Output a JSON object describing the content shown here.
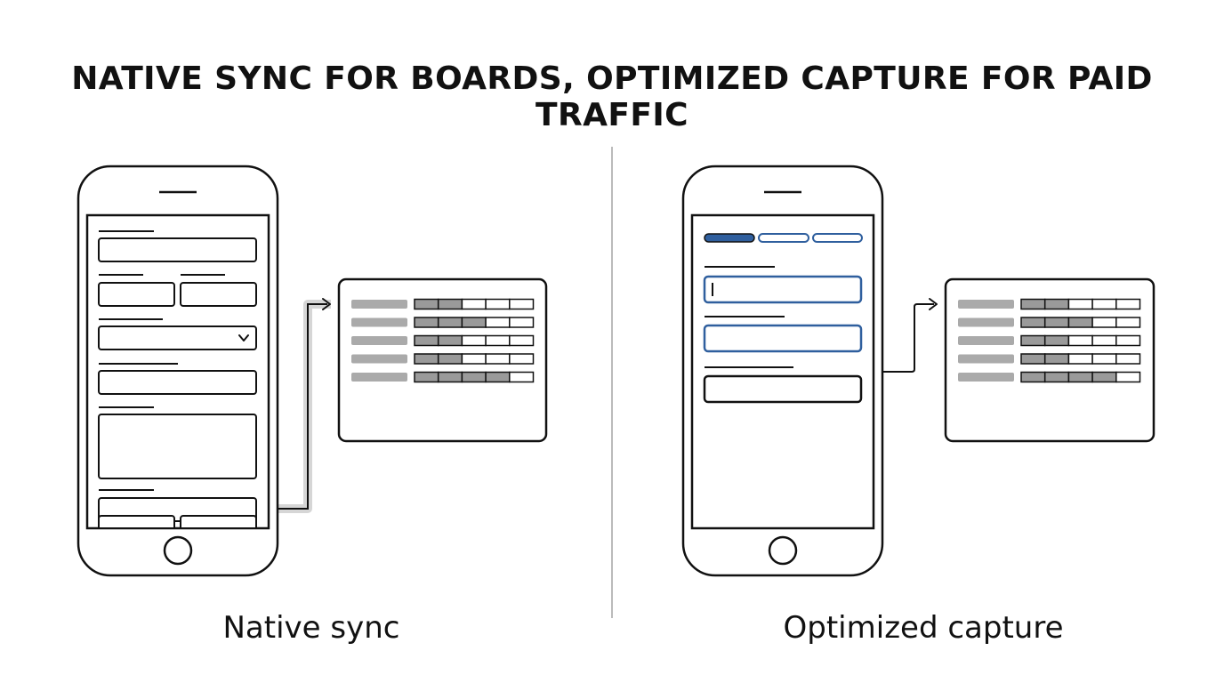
{
  "title": "NATIVE SYNC FOR BOARDS, OPTIMIZED CAPTURE FOR PAID TRAFFIC",
  "panels": {
    "left": {
      "caption": "Native sync"
    },
    "right": {
      "caption": "Optimized capture"
    }
  },
  "colors": {
    "stroke": "#111111",
    "accent_blue": "#2f5f9e",
    "filled_segment": "#9a9a9a",
    "label_bar": "#aaaaaa",
    "connector_glow": "#d6d6d6",
    "divider": "#bbbbbb"
  },
  "icons": {
    "dropdown": "chevron-down-icon",
    "arrow": "arrow-right-icon",
    "home_button": "home-button-icon"
  },
  "board": {
    "segments_per_row": 5,
    "left_filled": [
      2,
      3,
      2,
      2,
      4
    ],
    "right_filled": [
      2,
      3,
      2,
      2,
      4
    ]
  },
  "progress_steps": {
    "total": 3,
    "active": 1
  }
}
